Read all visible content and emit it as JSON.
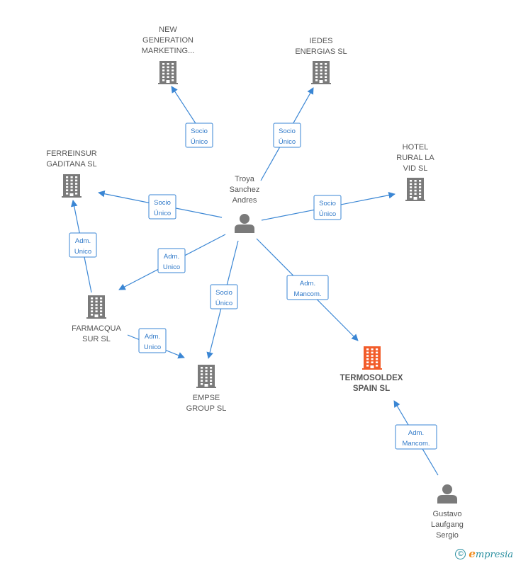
{
  "colors": {
    "edge": "#3a86d4",
    "company": "#7a7a7a",
    "company_highlight": "#f25c2a",
    "person": "#7a7a7a",
    "label": "#555555",
    "brand": "#2a8fa0",
    "brand_accent": "#f08a1c"
  },
  "nodes": [
    {
      "id": "troya",
      "type": "person",
      "lines": [
        "Troya",
        "Sanchez",
        "Andres"
      ],
      "icon": "person-icon"
    },
    {
      "id": "ngm",
      "type": "company",
      "lines": [
        "NEW",
        "GENERATION",
        "MARKETING..."
      ],
      "icon": "building-icon"
    },
    {
      "id": "iedes",
      "type": "company",
      "lines": [
        "IEDES",
        "ENERGIAS  SL"
      ],
      "icon": "building-icon"
    },
    {
      "id": "ferreinsur",
      "type": "company",
      "lines": [
        "FERREINSUR",
        "GADITANA  SL"
      ],
      "icon": "building-icon"
    },
    {
      "id": "hotel",
      "type": "company",
      "lines": [
        "HOTEL",
        "RURAL LA",
        "VID  SL"
      ],
      "icon": "building-icon"
    },
    {
      "id": "farmacqua",
      "type": "company",
      "lines": [
        "FARMACQUA",
        "SUR  SL"
      ],
      "icon": "building-icon"
    },
    {
      "id": "empse",
      "type": "company",
      "lines": [
        "EMPSE",
        "GROUP  SL"
      ],
      "icon": "building-icon"
    },
    {
      "id": "termosoldex",
      "type": "company",
      "highlight": true,
      "lines": [
        "TERMOSOLDEX",
        "SPAIN  SL"
      ],
      "icon": "building-icon"
    },
    {
      "id": "gustavo",
      "type": "person",
      "lines": [
        "Gustavo",
        "Laufgang",
        "Sergio"
      ],
      "icon": "person-icon"
    }
  ],
  "edges": [
    {
      "from": "troya",
      "to": "ngm",
      "label": [
        "Socio",
        "Único"
      ]
    },
    {
      "from": "troya",
      "to": "iedes",
      "label": [
        "Socio",
        "Único"
      ]
    },
    {
      "from": "troya",
      "to": "ferreinsur",
      "label": [
        "Socio",
        "Único"
      ]
    },
    {
      "from": "troya",
      "to": "hotel",
      "label": [
        "Socio",
        "Único"
      ]
    },
    {
      "from": "troya",
      "to": "farmacqua",
      "label": [
        "Adm.",
        "Unico"
      ]
    },
    {
      "from": "troya",
      "to": "empse",
      "label": [
        "Socio",
        "Único"
      ]
    },
    {
      "from": "troya",
      "to": "termosoldex",
      "label": [
        "Adm.",
        "Mancom."
      ]
    },
    {
      "from": "farmacqua",
      "to": "ferreinsur",
      "label": [
        "Adm.",
        "Unico"
      ]
    },
    {
      "from": "farmacqua",
      "to": "empse",
      "label": [
        "Adm.",
        "Unico"
      ]
    },
    {
      "from": "gustavo",
      "to": "termosoldex",
      "label": [
        "Adm.",
        "Mancom."
      ]
    }
  ],
  "footer": {
    "copyright_symbol": "©",
    "brand_initial": "e",
    "brand_rest": "mpresia"
  }
}
